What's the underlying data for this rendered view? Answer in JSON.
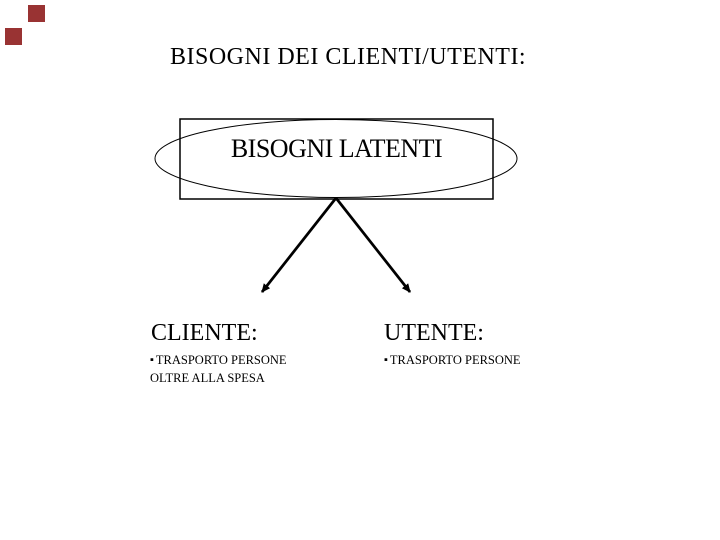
{
  "slide": {
    "title": "BISOGNI DEI CLIENTI/UTENTI:",
    "diagram": {
      "ellipse_label": "BISOGNI LATENTI"
    },
    "columns": {
      "left": {
        "heading": "CLIENTE:",
        "bullet_glyph": "▪",
        "lines": [
          "TRASPORTO PERSONE",
          "OLTRE ALLA SPESA"
        ]
      },
      "right": {
        "heading": "UTENTE:",
        "bullet_glyph": "▪",
        "lines": [
          "TRASPORTO PERSONE"
        ]
      }
    },
    "decor": {
      "square_color": "#993333"
    },
    "colors": {
      "background": "#ffffff",
      "stroke": "#000000",
      "text": "#000000"
    }
  }
}
